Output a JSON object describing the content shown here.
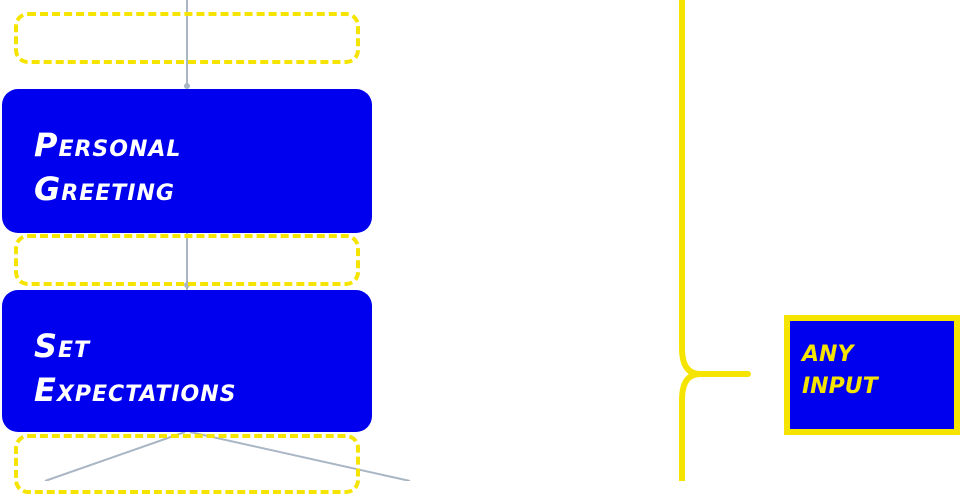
{
  "diagram": {
    "nodes": [
      {
        "id": "personal-greeting",
        "lines": [
          "Personal",
          "Greeting"
        ]
      },
      {
        "id": "set-expectations",
        "lines": [
          "Set",
          "Expectations"
        ]
      }
    ],
    "side_note": {
      "lines": [
        "ANY",
        "INPUT"
      ]
    }
  },
  "colors": {
    "node_fill": "#0000ee",
    "node_text": "#ffffff",
    "accent_yellow": "#f5e400",
    "connector": "#a9b6c4"
  }
}
